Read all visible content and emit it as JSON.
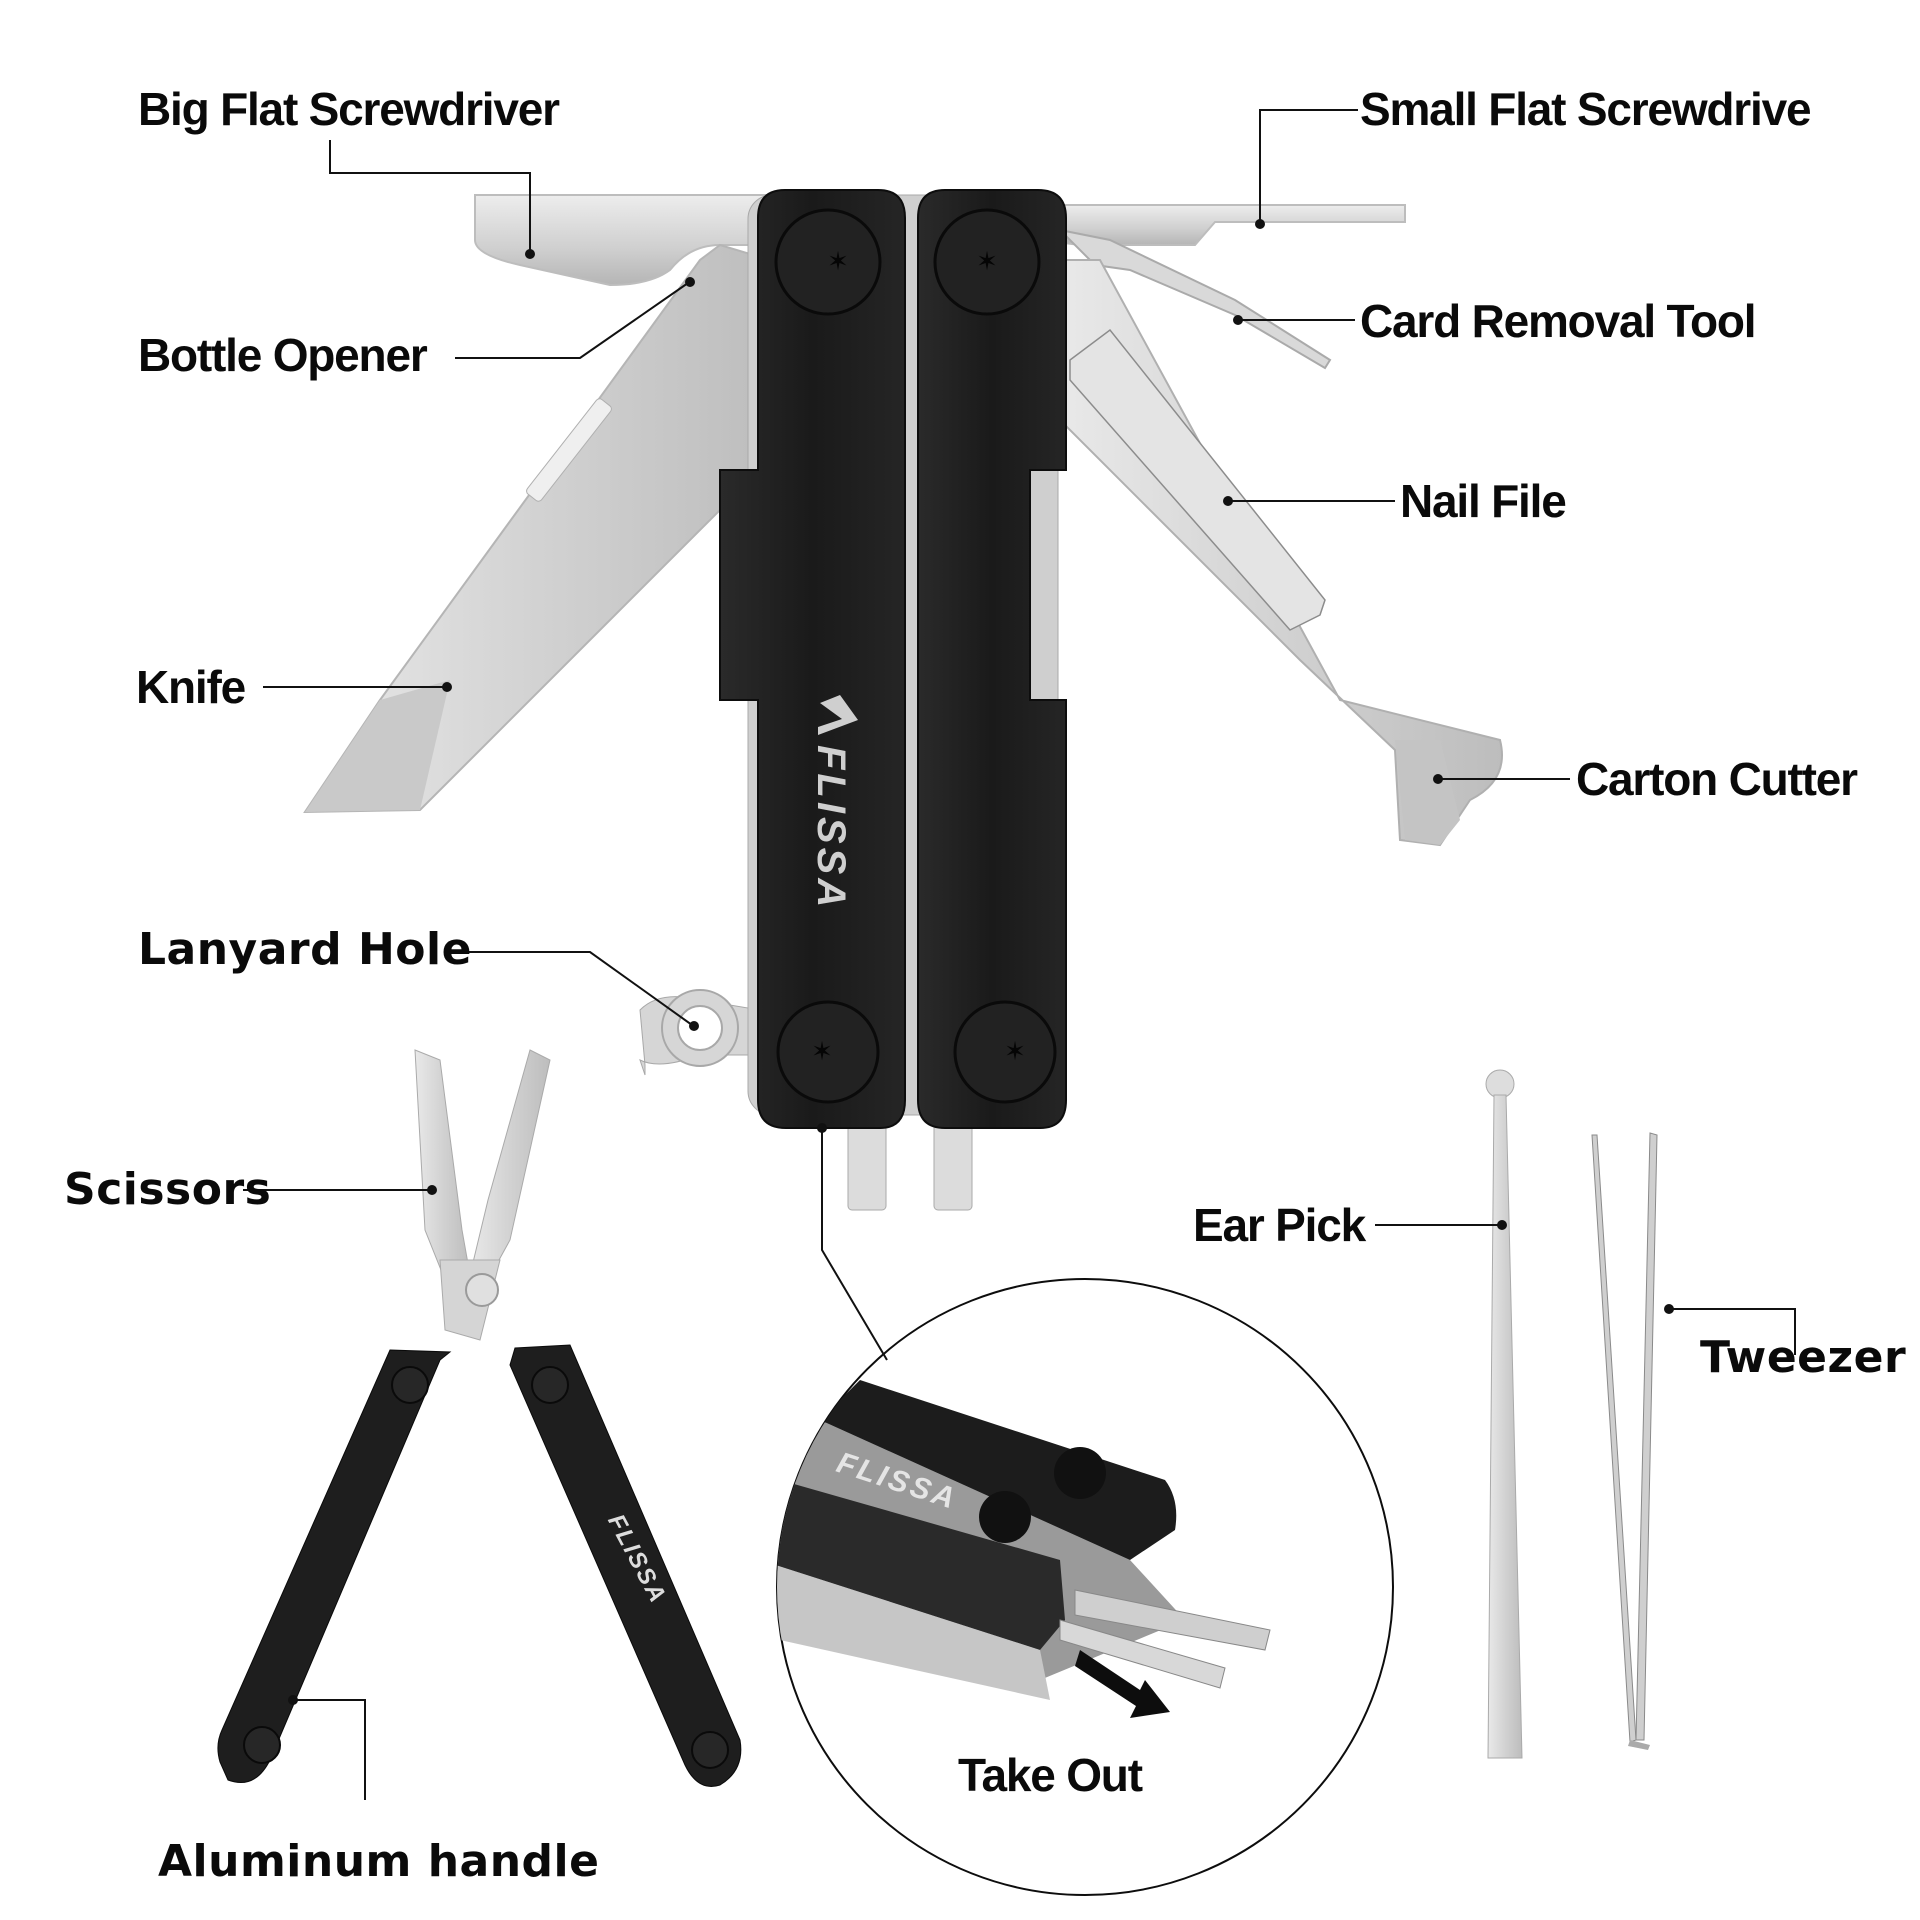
{
  "product": {
    "brand": "FLISSA",
    "type": "multitool"
  },
  "labels": {
    "big_flat_screwdriver": "Big Flat Screwdriver",
    "small_flat_screwdriver": "Small Flat Screwdrive",
    "bottle_opener": "Bottle Opener",
    "card_removal_tool": "Card Removal Tool",
    "nail_file": "Nail File",
    "knife": "Knife",
    "carton_cutter": "Carton Cutter",
    "lanyard_hole": "Lanyard Hole",
    "scissors": "Scissors",
    "ear_pick": "Ear Pick",
    "tweezer": "Tweezer",
    "aluminum_handle": "Aluminum handle",
    "take_out": "Take Out"
  },
  "logo_text": "FLISSA",
  "colors": {
    "background": "#ffffff",
    "handle": "#1c1c1c",
    "steel": "#d6d6d6",
    "steel_dark": "#a9a9a9",
    "text": "#0a0a0a",
    "leader": "#111111"
  }
}
